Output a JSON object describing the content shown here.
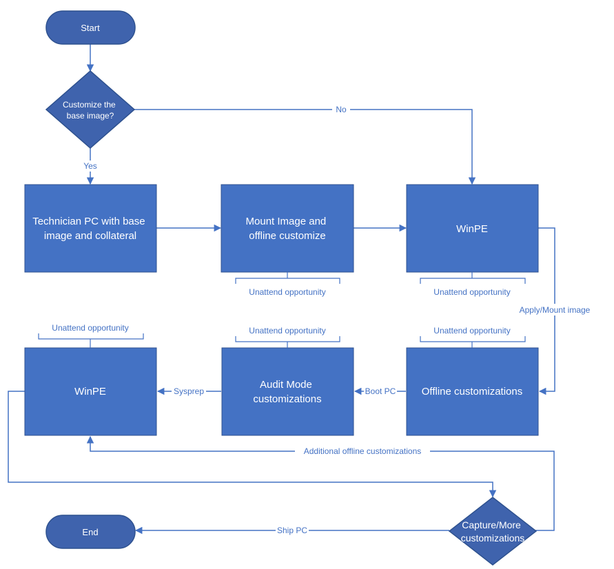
{
  "colors": {
    "node_fill": "#4472c4",
    "terminator_fill": "#3f63ad",
    "stroke": "#2f528f",
    "line": "#4472c4",
    "text": "#ffffff"
  },
  "nodes": {
    "start": "Start",
    "decision_customize": [
      "Customize the",
      "base image?"
    ],
    "technician_pc": [
      "Technician PC with base",
      "image and collateral"
    ],
    "mount_image": [
      "Mount Image and",
      "offline customize"
    ],
    "winpe_top": "WinPE",
    "offline_customizations": "Offline customizations",
    "audit_mode": [
      "Audit Mode",
      "customizations"
    ],
    "winpe_bottom": "WinPE",
    "decision_capture": [
      "Capture/More",
      "customizations"
    ],
    "end": "End"
  },
  "edges": {
    "no": "No",
    "yes": "Yes",
    "apply_mount": "Apply/Mount image",
    "boot_pc": "Boot PC",
    "sysprep": "Sysprep",
    "additional_offline": "Additional offline customizations",
    "ship_pc": "Ship PC"
  },
  "annotations": {
    "unattend_mount": "Unattend opportunity",
    "unattend_winpe_top": "Unattend opportunity",
    "unattend_offline": "Unattend opportunity",
    "unattend_audit": "Unattend opportunity",
    "unattend_winpe_bottom": "Unattend opportunity"
  }
}
